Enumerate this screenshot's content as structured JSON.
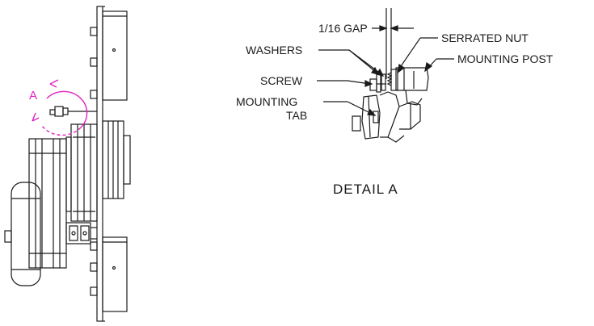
{
  "labels": {
    "gap": "1/16 GAP",
    "serrated_nut": "SERRATED NUT",
    "washers": "WASHERS",
    "mounting_post": "MOUNTING POST",
    "screw": "SCREW",
    "mounting_tab_line1": "MOUNTING",
    "mounting_tab_line2": "TAB",
    "detail_title": "DETAIL  A",
    "detail_callout": "A"
  },
  "colors": {
    "line": "#1a1a1a",
    "callout": "#e020c0",
    "background": "#ffffff"
  }
}
